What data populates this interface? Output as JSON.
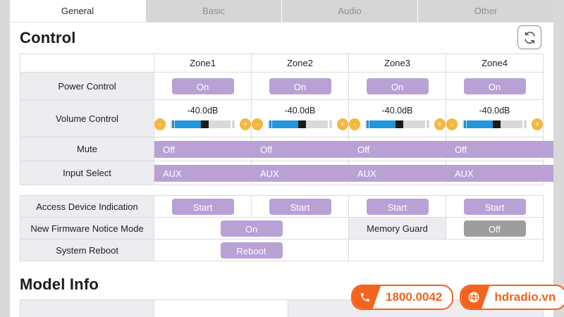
{
  "tabs": [
    {
      "label": "General",
      "active": true
    },
    {
      "label": "Basic",
      "active": false
    },
    {
      "label": "Audio",
      "active": false
    },
    {
      "label": "Other",
      "active": false
    }
  ],
  "control": {
    "title": "Control",
    "refresh_icon": "refresh-sync-icon",
    "zones": [
      "Zone1",
      "Zone2",
      "Zone3",
      "Zone4"
    ],
    "rows": {
      "power": {
        "label": "Power Control",
        "values": [
          "On",
          "On",
          "On",
          "On"
        ]
      },
      "volume": {
        "label": "Volume Control",
        "values": [
          "-40.0dB",
          "-40.0dB",
          "-40.0dB",
          "-40.0dB"
        ],
        "minus_label": "-",
        "plus_label": "+",
        "fill_percent": 45
      },
      "mute": {
        "label": "Mute",
        "values": [
          "Off",
          "Off",
          "Off",
          "Off"
        ]
      },
      "input": {
        "label": "Input Select",
        "values": [
          "AUX",
          "AUX",
          "AUX",
          "AUX"
        ]
      }
    }
  },
  "settings": {
    "access": {
      "label": "Access Device Indication",
      "values": [
        "Start",
        "Start",
        "Start",
        "Start"
      ]
    },
    "firmware": {
      "label": "New Firmware Notice Mode",
      "value": "On"
    },
    "memory_guard": {
      "label": "Memory Guard",
      "value": "Off"
    },
    "reboot": {
      "label": "System Reboot",
      "value": "Reboot"
    }
  },
  "model_info": {
    "title": "Model Info"
  },
  "watermark": {
    "phone": {
      "icon": "phone-icon",
      "text": "1800.0042"
    },
    "site": {
      "icon": "globe-icon",
      "text": "hdradio.vn"
    }
  },
  "colors": {
    "accent_purple": "#b9a1d6",
    "accent_gray": "#9d9d9d",
    "slider_blue": "#2196dd",
    "stepper_orange": "#f5b73f",
    "brand_orange": "#f4631e"
  }
}
